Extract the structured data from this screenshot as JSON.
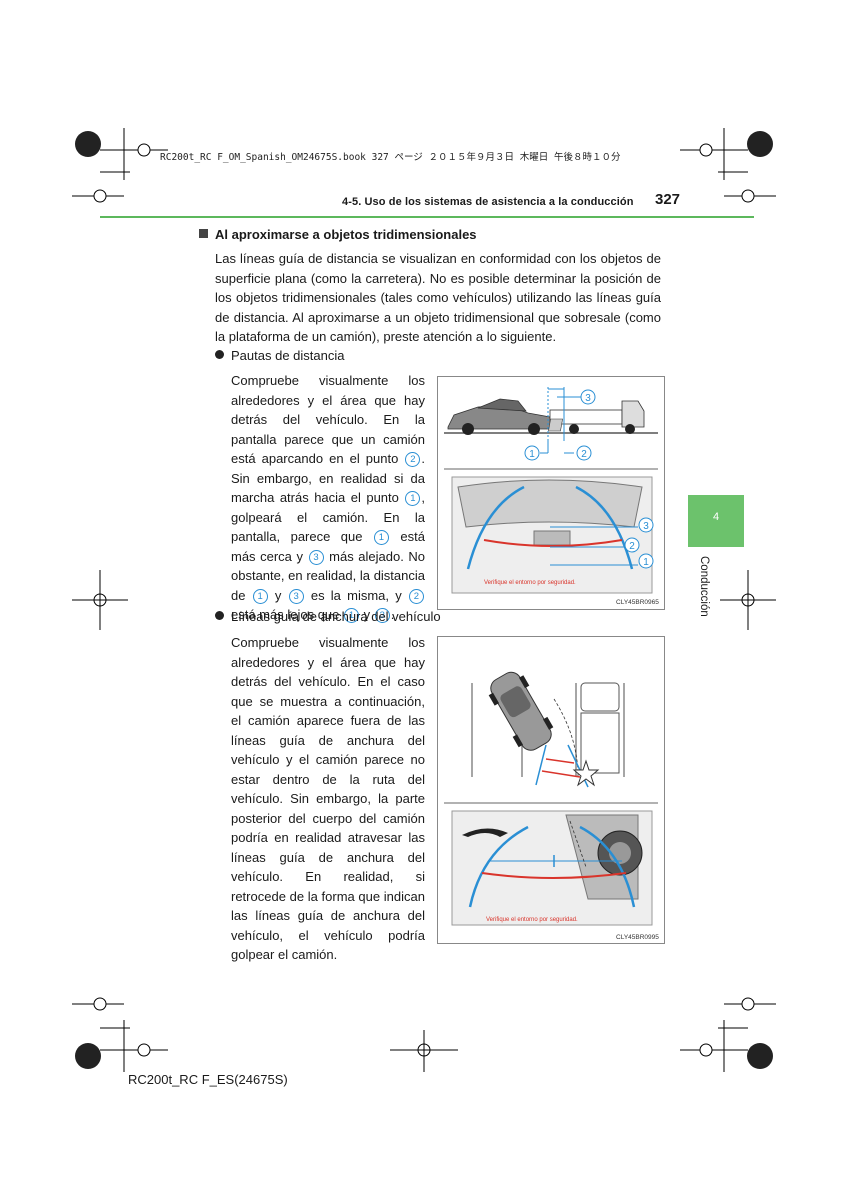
{
  "print_line": "RC200t_RC F_OM_Spanish_OM24675S.book  327 ページ  ２０１５年９月３日  木曜日  午後８時１０分",
  "header": {
    "section": "4-5. Uso de los sistemas de asistencia a la conducción",
    "page_number": "327"
  },
  "chapter_tab": {
    "number": "4",
    "label": "Conducción"
  },
  "section_title": "Al aproximarse a objetos tridimensionales",
  "intro": "Las líneas guía de distancia se visualizan en conformidad con los objetos de superficie plana (como la carretera). No es posible determinar la posición de los objetos tridimensionales (tales como vehículos) utilizando las líneas guía de distancia. Al aproximarse a un objeto tridimensional que sobresale (como la plataforma de un camión), preste atención a lo siguiente.",
  "bullet1": {
    "title": "Pautas de distancia",
    "text": {
      "p1": "Compruebe visualmente los alrededores y el área que hay detrás del vehículo. En la pantalla parece que un camión está aparcando en el punto",
      "p2": ". Sin embargo, en realidad si da marcha atrás hacia el punto",
      "p3": ", golpeará el camión. En la pantalla, parece que",
      "p4": "está más cerca y",
      "p5": "más alejado. No obstante, en realidad, la distancia de",
      "p6": "y",
      "p7": "es la misma, y",
      "p8": "está más lejos que",
      "p9": "y",
      "p10": "."
    }
  },
  "bullet2": {
    "title": "Líneas guía de anchura del vehículo",
    "text": "Compruebe visualmente los alrededores y el área que hay detrás del vehículo. En el caso que se muestra a continuación, el camión aparece fuera de las líneas guía de anchura del vehículo y el camión parece no estar dentro de la ruta del vehículo. Sin embargo, la parte posterior del cuerpo del camión podría en realidad atravesar las líneas guía de anchura del vehículo. En realidad, si retrocede de la forma que indican las líneas guía de anchura del vehículo, el vehículo podría golpear el camión."
  },
  "markers": {
    "m1": "1",
    "m2": "2",
    "m3": "3"
  },
  "figure1": {
    "code": "CLY45BR0965",
    "caption": "Verifique el entorno por seguridad."
  },
  "figure2": {
    "code": "CLY45BR0995",
    "caption": "Verifique el entorno por seguridad."
  },
  "footer": "RC200t_RC F_ES(24675S)",
  "colors": {
    "accent_green": "#6cc26c",
    "guide_blue": "#2a8fd4",
    "guide_red": "#d9342b"
  }
}
